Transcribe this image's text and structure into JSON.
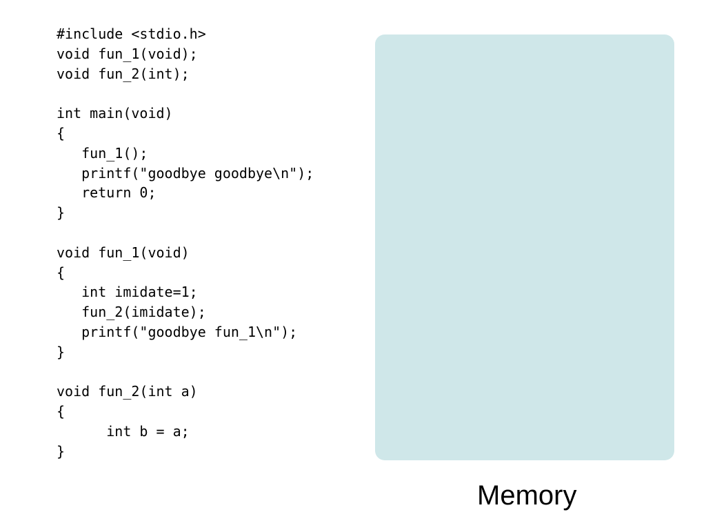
{
  "code": {
    "lines": [
      "#include <stdio.h>",
      "void fun_1(void);",
      "void fun_2(int);",
      "",
      "int main(void)",
      "{",
      "   fun_1();",
      "   printf(\"goodbye goodbye\\n\");",
      "   return 0;",
      "}",
      "",
      "void fun_1(void)",
      "{",
      "   int imidate=1;",
      "   fun_2(imidate);",
      "   printf(\"goodbye fun_1\\n\");",
      "}",
      "",
      "void fun_2(int a)",
      "{",
      "      int b = a;",
      "}"
    ]
  },
  "memory": {
    "label": "Memory",
    "panel_color": "#cfe7e9"
  }
}
